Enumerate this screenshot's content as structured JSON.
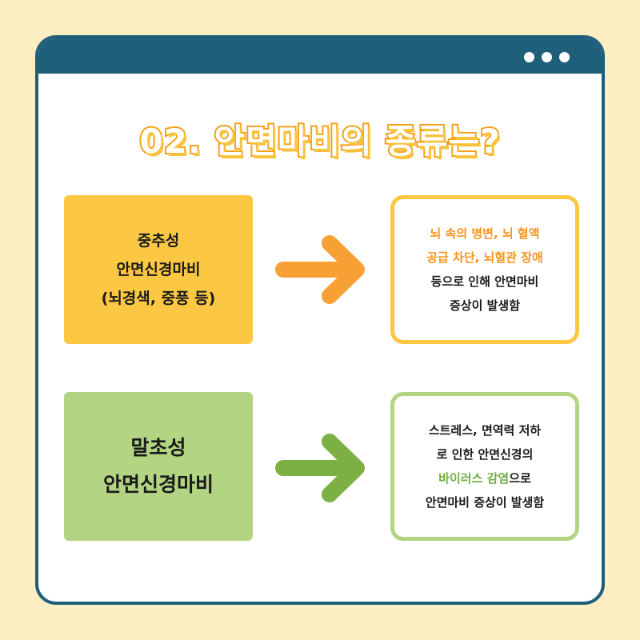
{
  "window": {
    "title_dots": [
      "dot",
      "dot",
      "dot"
    ],
    "border_color": "#1f5f79"
  },
  "heading": {
    "text": "02. 안면마비의 종류는?"
  },
  "rows": [
    {
      "label_lines": [
        "중추성",
        "안면신경마비",
        "(뇌경색, 중풍 등)"
      ],
      "label_color": "#fcc843",
      "arrow_color": "#f7a033",
      "desc": {
        "highlight_lines": [
          "뇌 속의 병변, 뇌 혈액",
          "공급 차단, 뇌혈관 장애"
        ],
        "normal_lines": [
          "등으로 인해 안면마비",
          "증상이 발생함"
        ],
        "highlight_color": "#f7941d"
      }
    },
    {
      "label_lines": [
        "말초성",
        "안면신경마비"
      ],
      "label_color": "#b2d483",
      "arrow_color": "#7db044",
      "desc": {
        "line1": "스트레스, 면역력 저하",
        "line2": "로 인한 안면신경의",
        "line3_highlight": "바이러스 감염",
        "line3_rest": "으로",
        "line4": "안면마비 증상이 발생함",
        "highlight_color": "#6fae45"
      }
    }
  ]
}
